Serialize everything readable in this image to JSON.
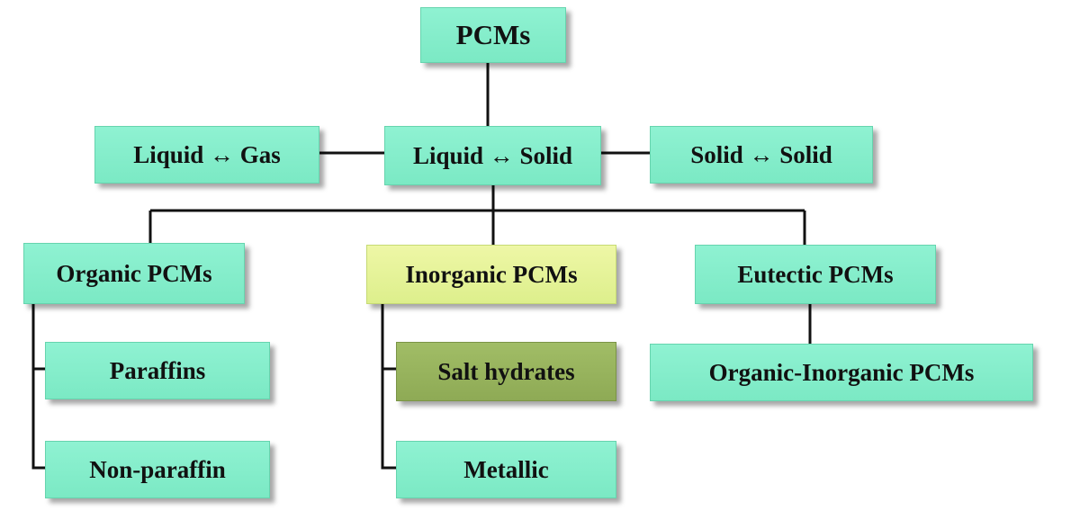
{
  "diagram": {
    "root": "PCMs",
    "phase_change_types": [
      "Liquid ↔ Gas",
      "Liquid ↔ Solid",
      "Solid ↔ Solid"
    ],
    "categories": {
      "organic": {
        "label": "Organic PCMs",
        "children": [
          "Paraffins",
          "Non-paraffin"
        ]
      },
      "inorganic": {
        "label": "Inorganic PCMs",
        "children": [
          "Salt hydrates",
          "Metallic"
        ]
      },
      "eutectic": {
        "label": "Eutectic PCMs",
        "children": [
          "Organic-Inorganic PCMs"
        ]
      }
    }
  },
  "colors": {
    "node_fill": "#82ecc8",
    "highlight_fill": "#e6f39a",
    "accent_fill": "#96b35c",
    "connector": "#111111"
  }
}
